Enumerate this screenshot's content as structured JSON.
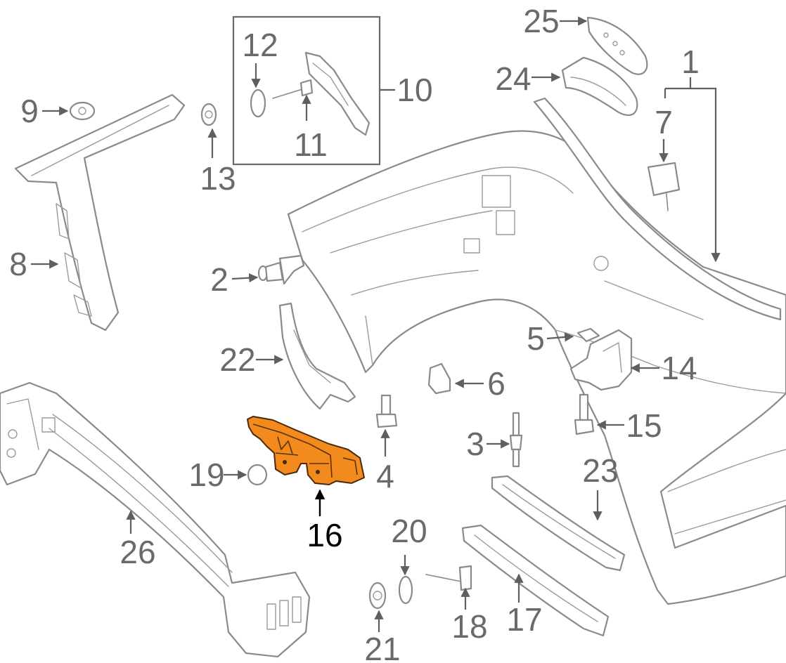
{
  "diagram": {
    "highlight_color": "#f28a1e",
    "line_color": "#8a8a8a",
    "highlighted_part": "16",
    "callouts": [
      "1",
      "2",
      "3",
      "4",
      "5",
      "6",
      "7",
      "8",
      "9",
      "10",
      "11",
      "12",
      "13",
      "14",
      "15",
      "16",
      "17",
      "18",
      "19",
      "20",
      "21",
      "22",
      "23",
      "24",
      "25",
      "26"
    ]
  }
}
